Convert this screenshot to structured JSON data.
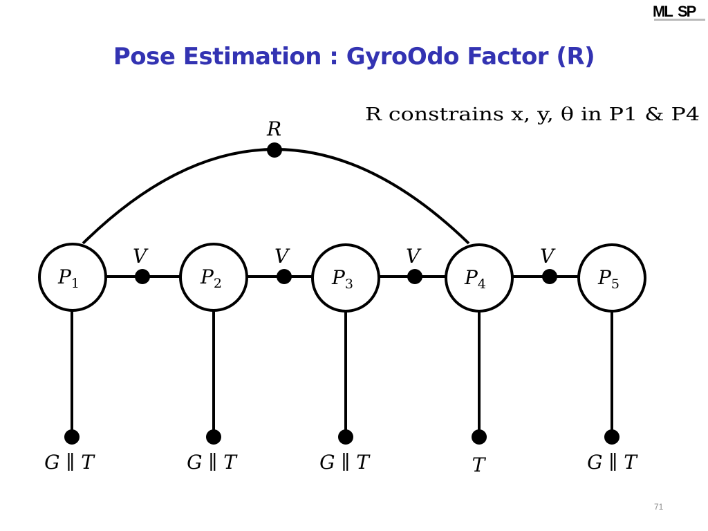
{
  "slide": {
    "title": "Pose Estimation : GyroOdo Factor (R)",
    "page_number": "71",
    "logo_text": "MLSP",
    "title_color": "#3333b2"
  },
  "diagram": {
    "caption": "R constrains x, y, θ in P1 & P4",
    "caption_parts": {
      "r": "R",
      "word": " constrains ",
      "vars": "x, y, θ",
      "in": " in ",
      "p1": "P",
      "p1sub": "1",
      "amp": " & ",
      "p4": "P",
      "p4sub": "4"
    },
    "top_factor": "R",
    "poses": [
      {
        "label": "P",
        "sub": "1"
      },
      {
        "label": "P",
        "sub": "2"
      },
      {
        "label": "P",
        "sub": "3"
      },
      {
        "label": "P",
        "sub": "4"
      },
      {
        "label": "P",
        "sub": "5"
      }
    ],
    "between_factors": [
      "V",
      "V",
      "V",
      "V"
    ],
    "unary_factors": [
      "G ∥ T",
      "G ∥ T",
      "G ∥ T",
      "T",
      "G ∥ T"
    ]
  }
}
